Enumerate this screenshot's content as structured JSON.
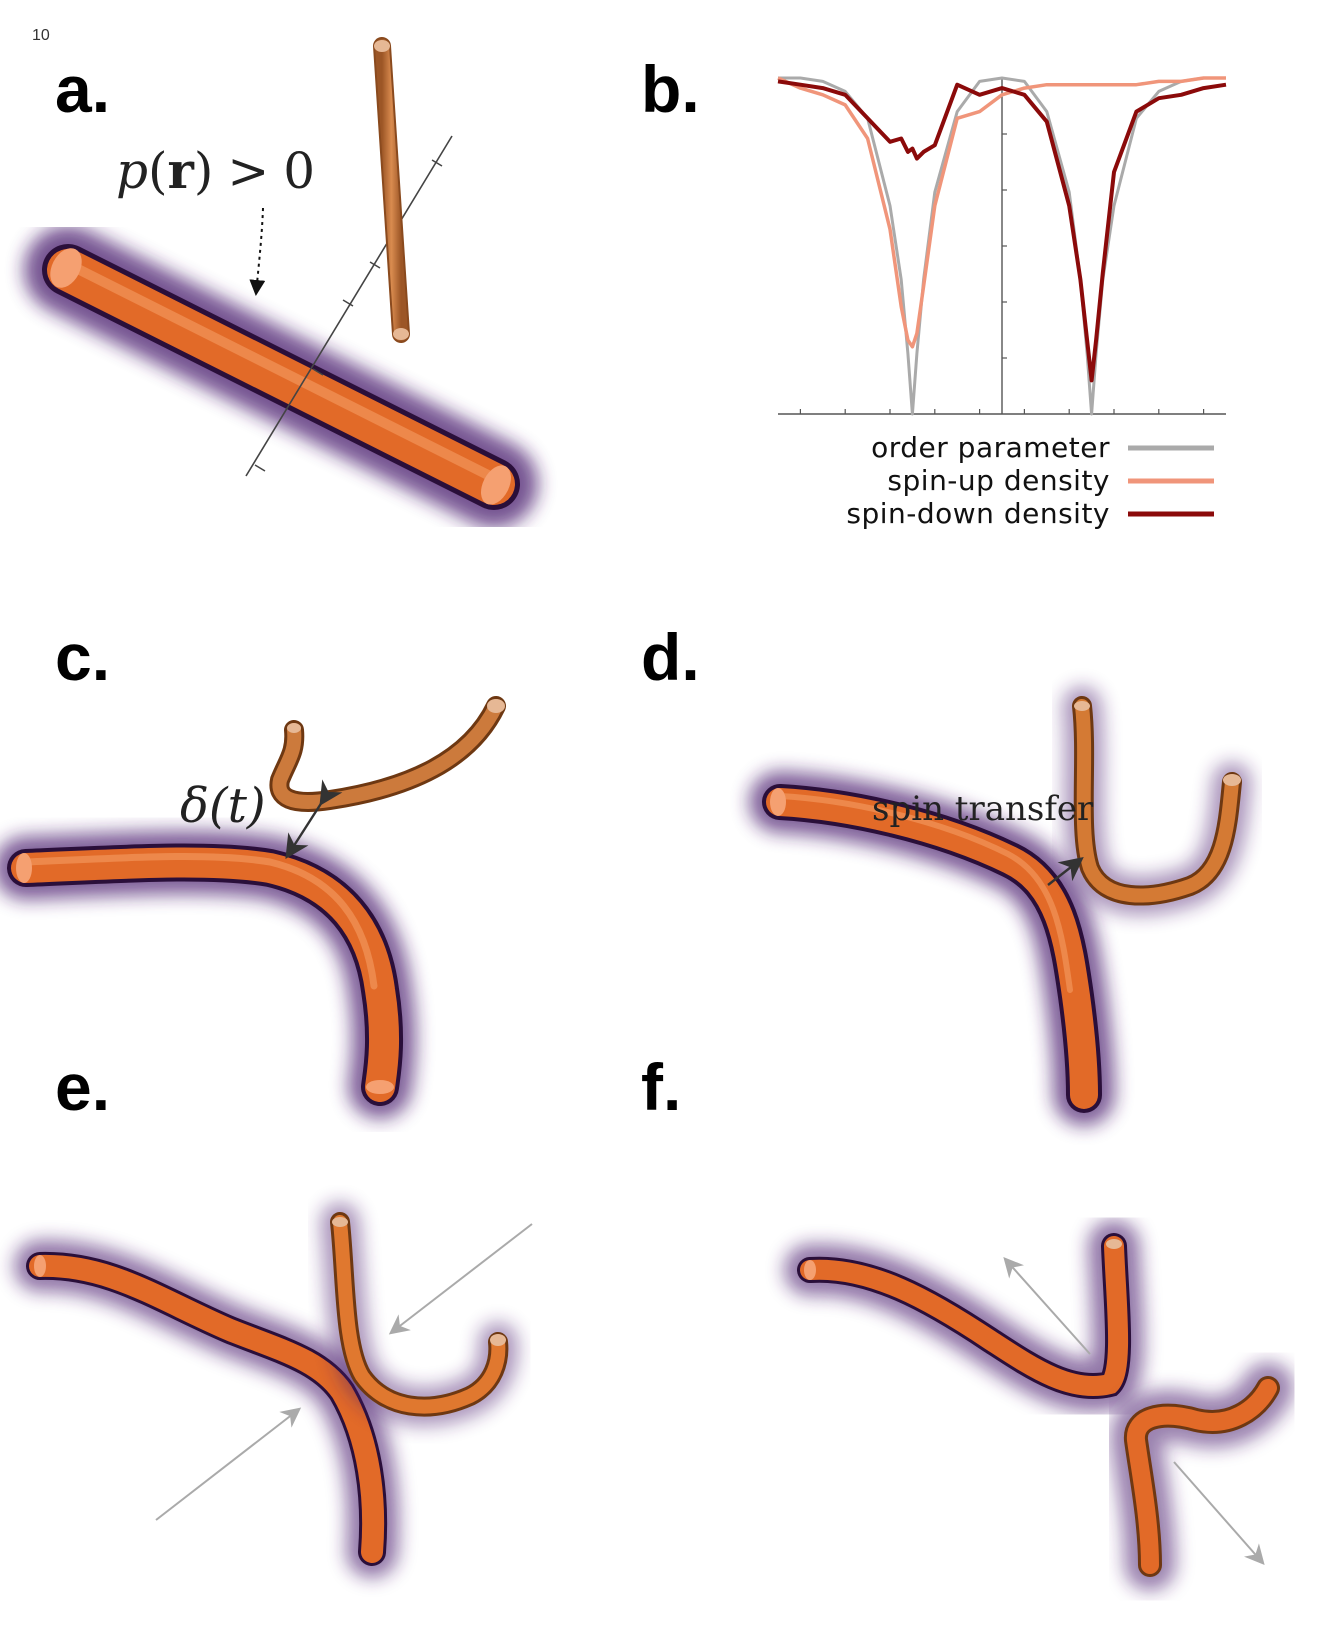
{
  "page_number": "10",
  "panels": {
    "a": {
      "label": "a.",
      "annotation": "p(r) > 0",
      "annotation_parts": {
        "p": "p",
        "open": "(",
        "r": "r",
        "close": ")",
        "gt": ">",
        "zero": "0"
      }
    },
    "b": {
      "label": "b."
    },
    "c": {
      "label": "c.",
      "annotation": "δ(t)"
    },
    "d": {
      "label": "d.",
      "annotation": "spin transfer"
    },
    "e": {
      "label": "e."
    },
    "f": {
      "label": "f."
    }
  },
  "chart_data": {
    "type": "line",
    "title": "",
    "xlabel": "",
    "ylabel": "",
    "x": [
      -1.0,
      -0.9,
      -0.8,
      -0.7,
      -0.6,
      -0.5,
      -0.45,
      -0.42,
      -0.4,
      -0.38,
      -0.35,
      -0.3,
      -0.2,
      -0.1,
      0.0,
      0.1,
      0.2,
      0.3,
      0.35,
      0.38,
      0.4,
      0.42,
      0.45,
      0.5,
      0.6,
      0.7,
      0.8,
      0.9,
      1.0
    ],
    "xlim": [
      -1.0,
      1.0
    ],
    "ylim": [
      0,
      1
    ],
    "grid": false,
    "legend_position": "bottom-right",
    "series": [
      {
        "name": "order parameter",
        "color": "#aaaaaa",
        "values": [
          1.0,
          1.0,
          0.99,
          0.96,
          0.88,
          0.62,
          0.4,
          0.18,
          0.0,
          0.18,
          0.4,
          0.66,
          0.9,
          0.99,
          1.0,
          0.99,
          0.9,
          0.66,
          0.4,
          0.18,
          0.0,
          0.18,
          0.4,
          0.62,
          0.88,
          0.96,
          0.99,
          1.0,
          1.0
        ]
      },
      {
        "name": "spin-up density",
        "color": "#f0957a",
        "values": [
          1.0,
          0.97,
          0.95,
          0.92,
          0.82,
          0.55,
          0.32,
          0.22,
          0.2,
          0.24,
          0.38,
          0.62,
          0.88,
          0.9,
          0.95,
          0.97,
          0.98,
          0.98,
          0.98,
          0.98,
          0.98,
          0.98,
          0.98,
          0.98,
          0.98,
          0.99,
          0.99,
          1.0,
          1.0
        ]
      },
      {
        "name": "spin-down density",
        "color": "#8b0a0a",
        "values": [
          0.99,
          0.98,
          0.97,
          0.95,
          0.88,
          0.81,
          0.82,
          0.78,
          0.79,
          0.76,
          0.78,
          0.8,
          0.98,
          0.95,
          0.97,
          0.95,
          0.87,
          0.62,
          0.4,
          0.22,
          0.1,
          0.22,
          0.42,
          0.72,
          0.9,
          0.94,
          0.95,
          0.97,
          0.98
        ]
      }
    ]
  }
}
